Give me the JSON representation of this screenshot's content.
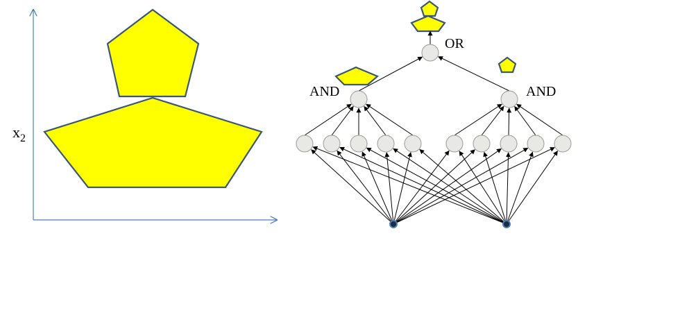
{
  "colors": {
    "shape_fill": "#ffff00",
    "shape_stroke": "#3b5673",
    "axis": "#4a7ebb",
    "node_fill": "#e8e8e4",
    "input_node_fill": "#1f2a44"
  },
  "plot": {
    "y_axis_label": "x",
    "y_axis_label_subscript": "2"
  },
  "network": {
    "or_label": "OR",
    "and_left_label": "AND",
    "and_right_label": "AND",
    "hidden_units_per_group": 5,
    "input_units": 2
  }
}
